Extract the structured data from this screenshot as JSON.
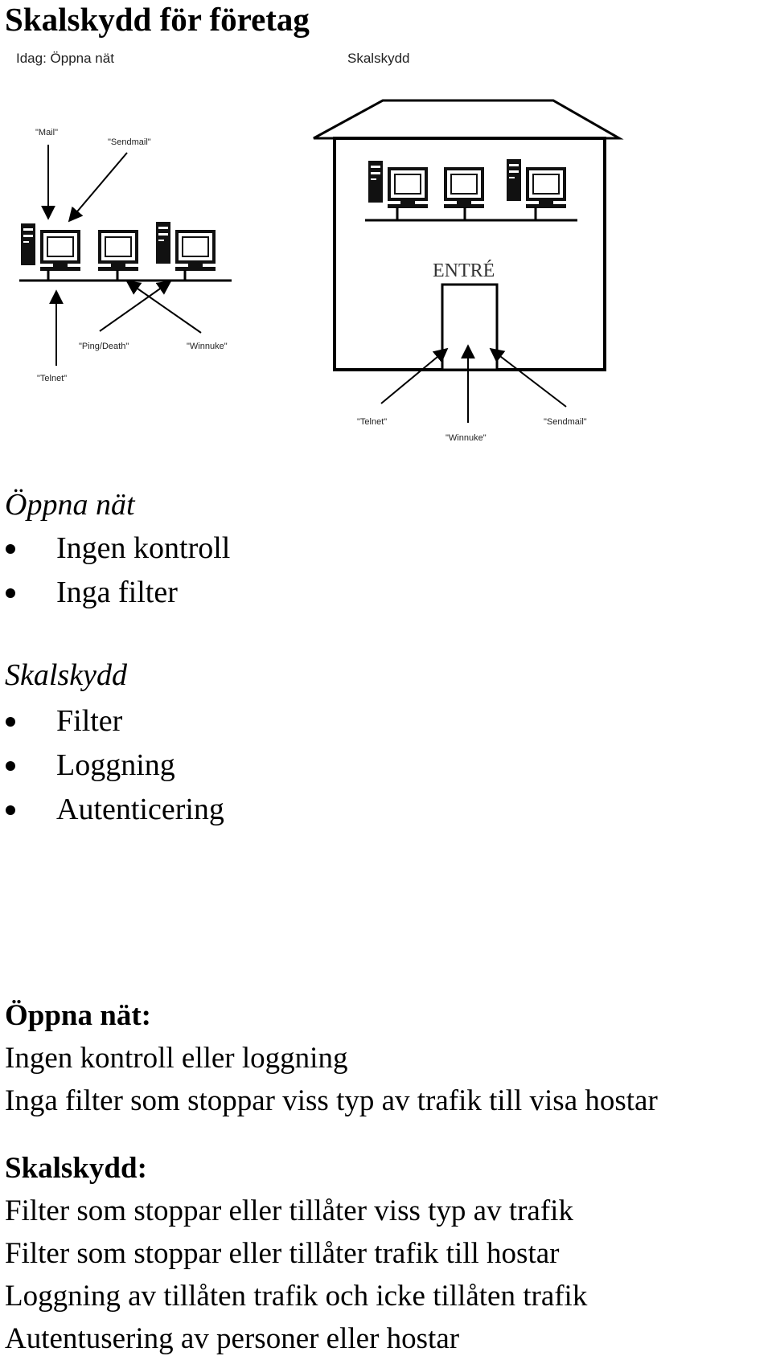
{
  "title": "Skalskydd för företag",
  "figure": {
    "left_caption": "Idag: Öppna nät",
    "right_caption": "Skalskydd",
    "entry_label": "ENTRÉ",
    "left_labels": [
      "\"Mail\"",
      "\"Sendmail\"",
      "\"Telnet\"",
      "\"Ping/Death\"",
      "\"Winnuke\""
    ],
    "right_labels": [
      "\"Telnet\"",
      "\"Winnuke\"",
      "\"Sendmail\""
    ]
  },
  "open_net": {
    "heading": "Öppna nät",
    "items": [
      "Ingen kontroll",
      "Inga filter"
    ]
  },
  "shell": {
    "heading": "Skalskydd",
    "items": [
      "Filter",
      "Loggning",
      "Autenticering"
    ]
  },
  "open_net_desc": {
    "heading": "Öppna nät:",
    "lines": [
      "Ingen kontroll eller loggning",
      "Inga filter som stoppar viss typ av trafik till visa hostar"
    ]
  },
  "shell_desc": {
    "heading": "Skalskydd:",
    "lines": [
      "Filter som stoppar eller tillåter viss typ av trafik",
      "Filter som stoppar eller tillåter trafik till hostar",
      "Loggning av tillåten trafik och icke tillåten trafik",
      "Autentusering av personer eller hostar"
    ]
  }
}
